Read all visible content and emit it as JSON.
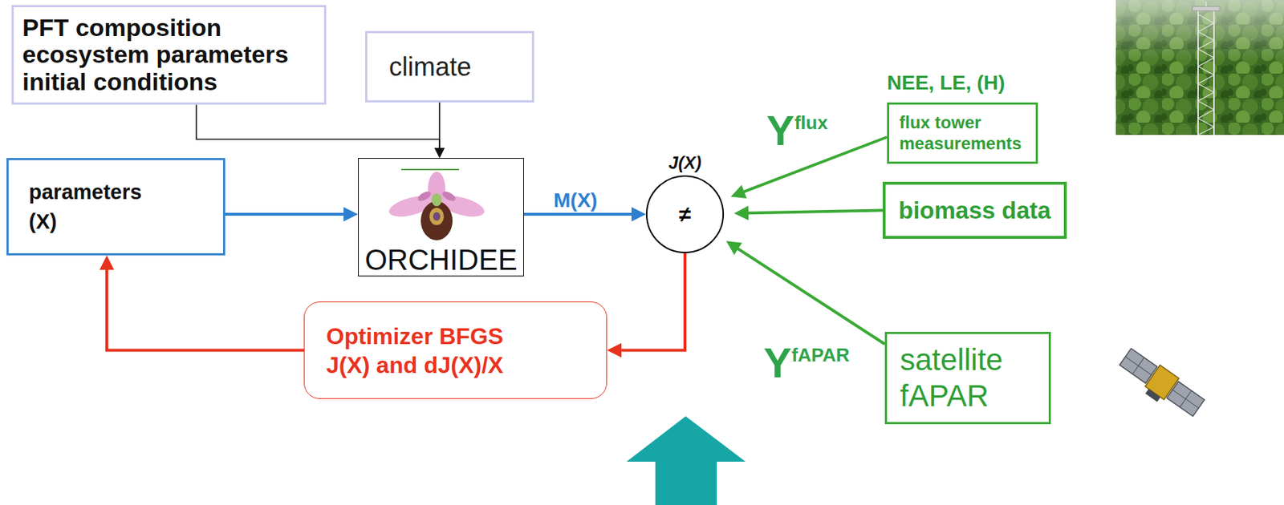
{
  "diagram": {
    "nodes": [
      {
        "text": [
          "PFT composition ecosystem parameters initial conditions"
        ]
      },
      {
        "text": [
          "climate"
        ]
      },
      {
        "text": [
          "parameters (X)"
        ]
      },
      {
        "text": [
          "ORCHIDEE"
        ]
      },
      {
        "text": [
          "J(X)",
          "≠"
        ]
      },
      {
        "text": [
          "Optimizer BFGS",
          "J(X) and dJ(X)/X"
        ]
      },
      {
        "text": [
          "NEE, LE, (H)",
          "flux tower measurements"
        ]
      },
      {
        "text": [
          "biomass data"
        ]
      },
      {
        "text": [
          "satellite fAPAR"
        ]
      }
    ],
    "edges": [
      {
        "from": 0,
        "to": 3,
        "arrow": "to"
      },
      {
        "from": 1,
        "to": 3,
        "arrow": "to"
      },
      {
        "from": 2,
        "to": 3,
        "arrow": "to"
      },
      {
        "from": 3,
        "to": 4,
        "label": "M(X)",
        "arrow": "to"
      },
      {
        "from": 4,
        "to": 5,
        "arrow": "to"
      },
      {
        "from": 5,
        "to": 2,
        "arrow": "to"
      },
      {
        "from": 6,
        "to": 4,
        "label": "Yflux",
        "arrow": "to"
      },
      {
        "from": 7,
        "to": 4,
        "arrow": "to"
      },
      {
        "from": 8,
        "to": 4,
        "label": "YfAPAR",
        "arrow": "to"
      }
    ]
  }
}
